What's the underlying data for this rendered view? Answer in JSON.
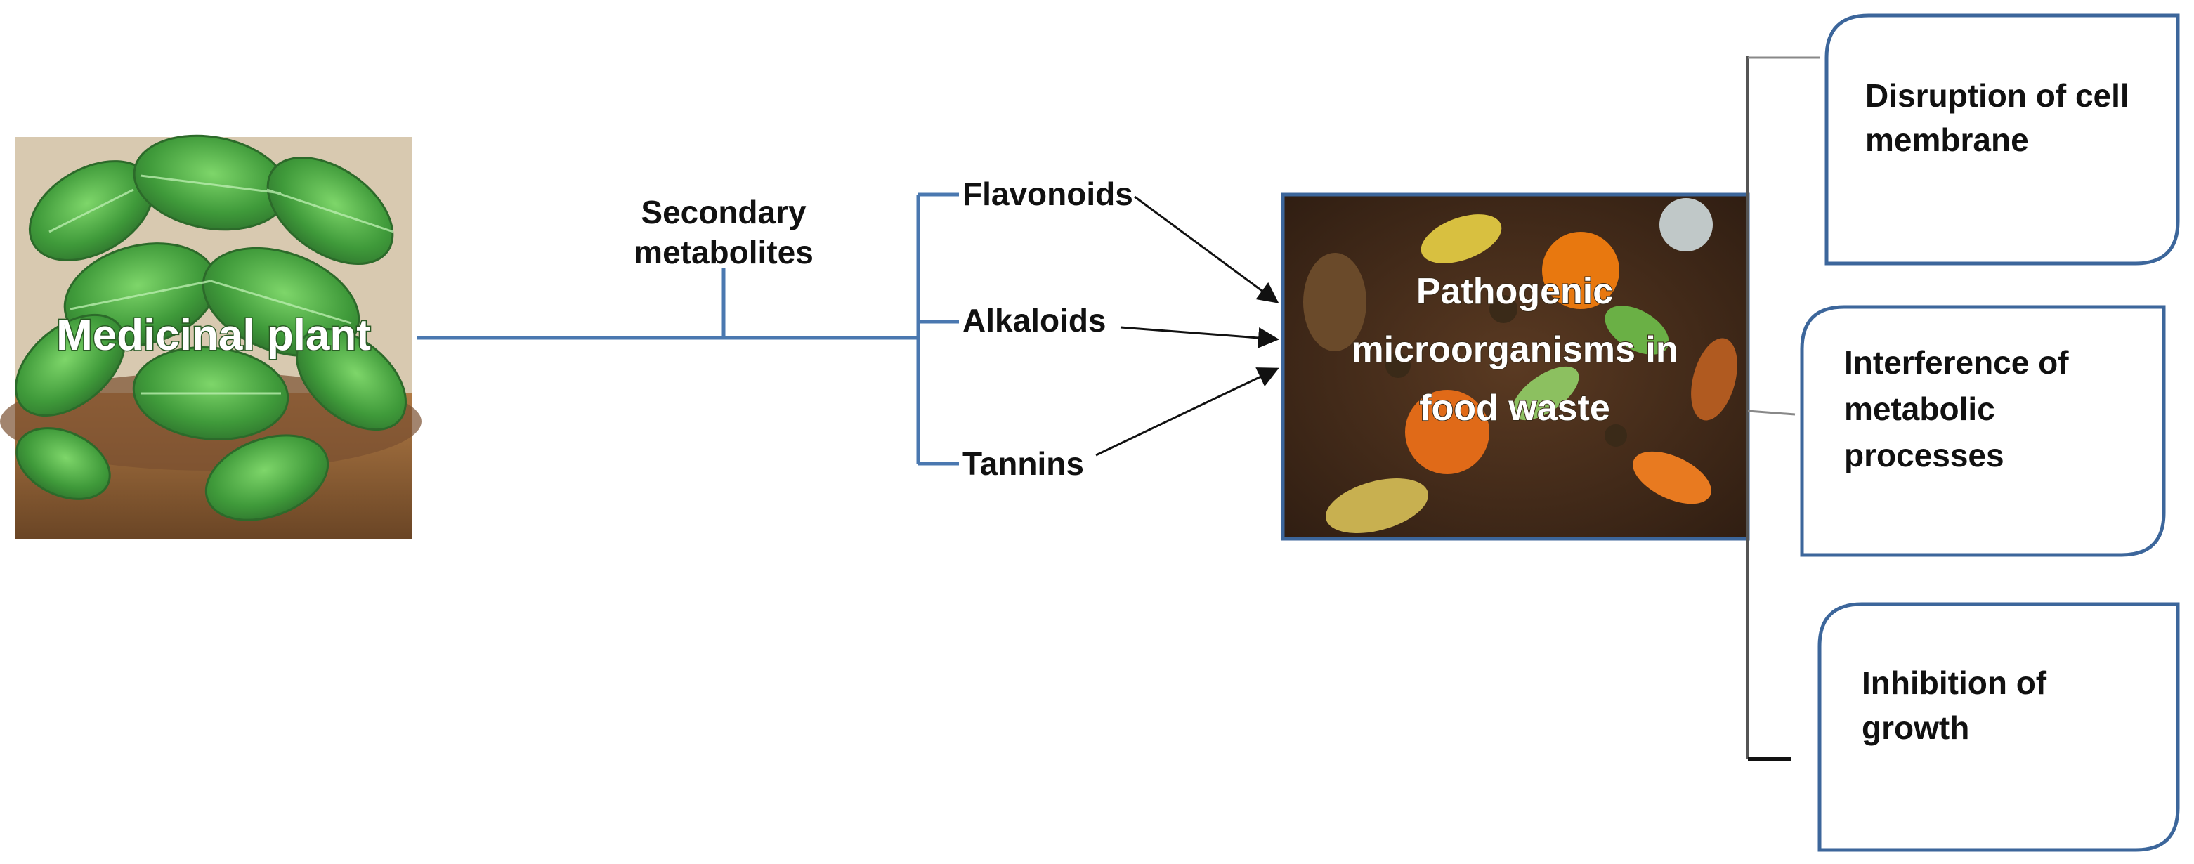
{
  "plant": {
    "label": "Medicinal plant"
  },
  "stem": {
    "label_line1": "Secondary",
    "label_line2": "metabolites"
  },
  "metabolites": [
    {
      "label": "Flavonoids"
    },
    {
      "label": "Alkaloids"
    },
    {
      "label": "Tannins"
    }
  ],
  "target": {
    "label_line1": "Pathogenic",
    "label_line2": "microorganisms in",
    "label_line3": "food waste"
  },
  "effects": [
    {
      "line1": "Disruption of cell",
      "line2": "membrane",
      "line3": ""
    },
    {
      "line1": "Interference of",
      "line2": "metabolic",
      "line3": "processes"
    },
    {
      "line1": "Inhibition of",
      "line2": "growth",
      "line3": ""
    }
  ],
  "colors": {
    "line_blue": "#4a78b0",
    "box_border": "#3c669b",
    "arrow": "#111111",
    "connector_gray": "#777777"
  }
}
